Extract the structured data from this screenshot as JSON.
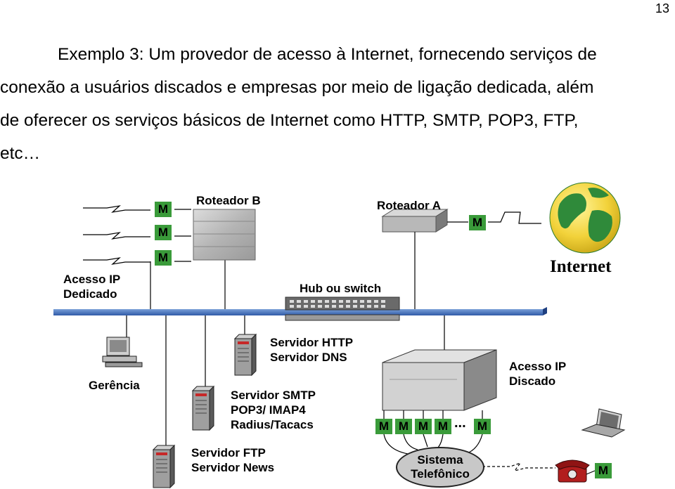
{
  "page_number": "13",
  "paragraph": {
    "line1": "Exemplo 3: Um provedor de acesso à Internet, fornecendo serviços de",
    "line2": "conexão a usuários discados e empresas por meio de ligação dedicada, além",
    "line3": "de oferecer os serviços básicos de Internet como HTTP, SMTP, POP3, FTP,",
    "line4": "etc…"
  },
  "diagram": {
    "modem_label": "M",
    "roteador_b": "Roteador B",
    "roteador_a": "Roteador A",
    "internet": "Internet",
    "acesso_dedicado": {
      "line1": "Acesso IP",
      "line2": "Dedicado"
    },
    "hub": "Hub ou switch",
    "gerencia": "Gerência",
    "servidor_http": {
      "line1": "Servidor HTTP",
      "line2": "Servidor DNS"
    },
    "servidor_smtp": {
      "line1": "Servidor SMTP",
      "line2": "POP3/ IMAP4",
      "line3": "Radius/Tacacs"
    },
    "servidor_ftp": {
      "line1": "Servidor FTP",
      "line2": "Servidor News"
    },
    "acesso_discado": {
      "line1": "Acesso IP",
      "line2": "Discado"
    },
    "sistema": {
      "line1": "Sistema",
      "line2": "Telefônico"
    },
    "ellipsis": "..."
  }
}
